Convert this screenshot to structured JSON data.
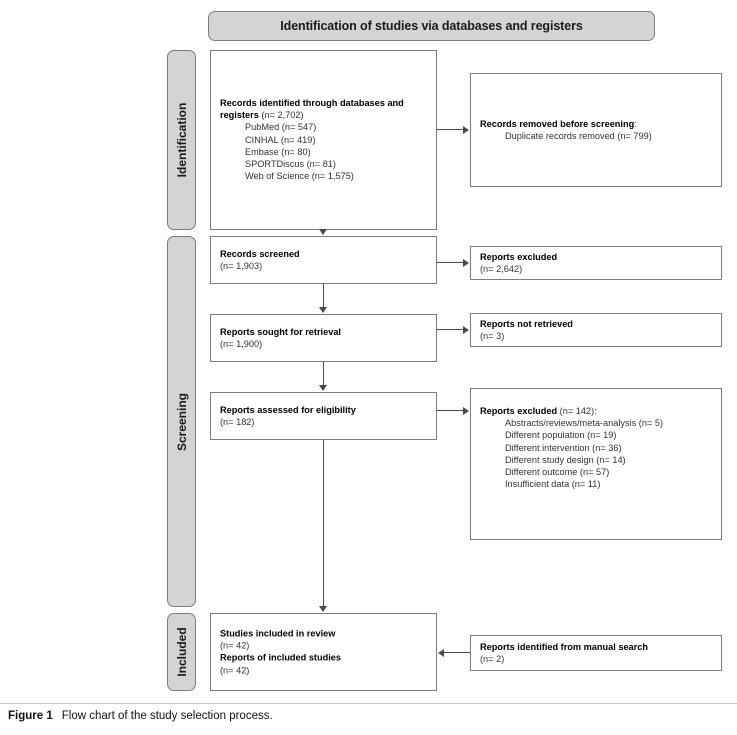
{
  "figure": {
    "caption_label": "Figure 1",
    "caption_text": "Flow chart of the study selection process."
  },
  "header": {
    "title": "Identification of studies via databases and registers"
  },
  "phases": {
    "identification": "Identification",
    "screening": "Screening",
    "included": "Included"
  },
  "boxes": {
    "records_identified": {
      "title": "Records identified through databases and registers",
      "count": "(n= 2,702)",
      "sources": [
        "PubMed  (n= 547)",
        "CINHAL  (n= 419)",
        "Embase (n= 80)",
        "SPORTDiscus (n= 81)",
        "Web of Science (n= 1,575)"
      ]
    },
    "records_removed": {
      "title": "Records removed before screening",
      "title_suffix": ":",
      "items": [
        "Duplicate records removed (n= 799)"
      ]
    },
    "records_screened": {
      "title": "Records screened",
      "count": "(n= 1,903)"
    },
    "reports_excluded_screened": {
      "title": "Reports excluded",
      "count": "(n= 2,642)"
    },
    "reports_sought": {
      "title": "Reports sought for retrieval",
      "count": "(n= 1,900)"
    },
    "reports_not_retrieved": {
      "title": "Reports not retrieved",
      "count": "(n= 3)"
    },
    "reports_assessed": {
      "title": "Reports assessed for eligibility",
      "count": "(n= 182)"
    },
    "reports_excluded_eligibility": {
      "title": "Reports excluded",
      "count": "(n= 142):",
      "reasons": [
        "Abstracts/reviews/meta-analysis (n= 5)",
        "Different population  (n= 19)",
        "Different intervention  (n= 36)",
        "Different study design (n= 14)",
        "Different outcome (n= 57)",
        "Insufficient data (n= 11)"
      ]
    },
    "studies_included": {
      "title": "Studies included in review",
      "count": "(n= 42)",
      "title2": "Reports of included studies",
      "count2": "(n= 42)"
    },
    "manual_search": {
      "title": "Reports identified from manual search",
      "count": "(n= 2)"
    }
  },
  "colors": {
    "phase_bar_fill": "#d4d4d4",
    "box_border": "#7d7d7d",
    "connector": "#4a4a4a",
    "text": "#333333"
  }
}
